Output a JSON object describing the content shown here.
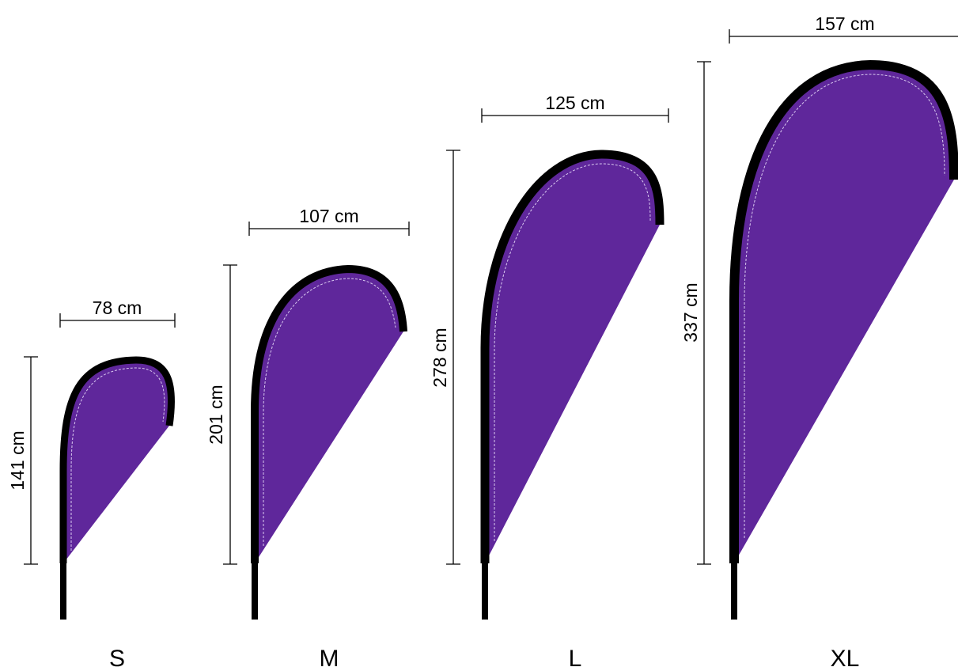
{
  "flag_color": "#5f279b",
  "frame_color": "#000000",
  "flags": [
    {
      "size": "S",
      "width_label": "78 cm",
      "height_label": "141 cm"
    },
    {
      "size": "M",
      "width_label": "107 cm",
      "height_label": "201 cm"
    },
    {
      "size": "L",
      "width_label": "125 cm",
      "height_label": "278 cm"
    },
    {
      "size": "XL",
      "width_label": "157 cm",
      "height_label": "337 cm"
    }
  ]
}
